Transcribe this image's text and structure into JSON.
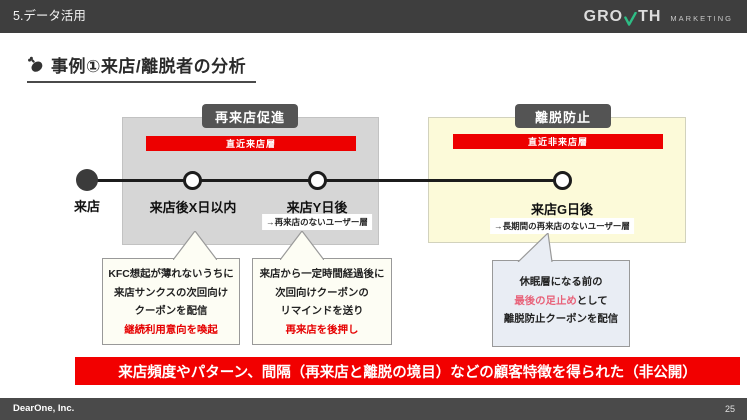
{
  "header": {
    "section_label": "5.データ活用",
    "logo": {
      "part1": "GRO",
      "part2": "TH",
      "sub": "MARKETING"
    }
  },
  "title": "事例①来店/離脱者の分析",
  "phases": [
    {
      "badge": "再来店促進",
      "strip": "直近来店層"
    },
    {
      "badge": "離脱防止",
      "strip": "直近非来店層"
    }
  ],
  "timeline": {
    "start_label": "来店",
    "milestones": [
      {
        "label": "来店後X日以内",
        "sublabel": ""
      },
      {
        "label": "来店Y日後",
        "sublabel": "→再来店のないユーザー層"
      },
      {
        "label": "来店G日後",
        "sublabel": "→長期間の再来店のないユーザー層"
      }
    ]
  },
  "callouts": [
    {
      "line1": "KFC想起が薄れないうちに",
      "line2": "来店サンクスの次回向け",
      "line3": "クーポンを配信",
      "highlight": "継続利用意向を喚起"
    },
    {
      "line1": "来店から一定時間経過後に",
      "line2": "次回向けクーポンの",
      "line3": "リマインドを送り",
      "highlight": "再来店を後押し"
    },
    {
      "line1": "休眠層になる前の",
      "highlight": "最後の足止め",
      "highlight_suffix": "として",
      "line3": "離脱防止クーポンを配信"
    }
  ],
  "conclusion": "来店頻度やパターン、間隔（再来店と離脱の境目）などの顧客特徴を得られた（非公開）",
  "footer": {
    "company": "DearOne, Inc.",
    "page": "25"
  },
  "colors": {
    "topbar": "#3e3e3e",
    "accent_red": "#ed0000",
    "logo_green": "#2ebd85",
    "phase_gray": "#d6d6d6",
    "phase_yellow": "#fcfad9",
    "callout_cream": "#fdfdf4",
    "callout_blue": "#e9edf4",
    "highlight_red": "#e60000",
    "highlight_pink": "#e8637a"
  }
}
